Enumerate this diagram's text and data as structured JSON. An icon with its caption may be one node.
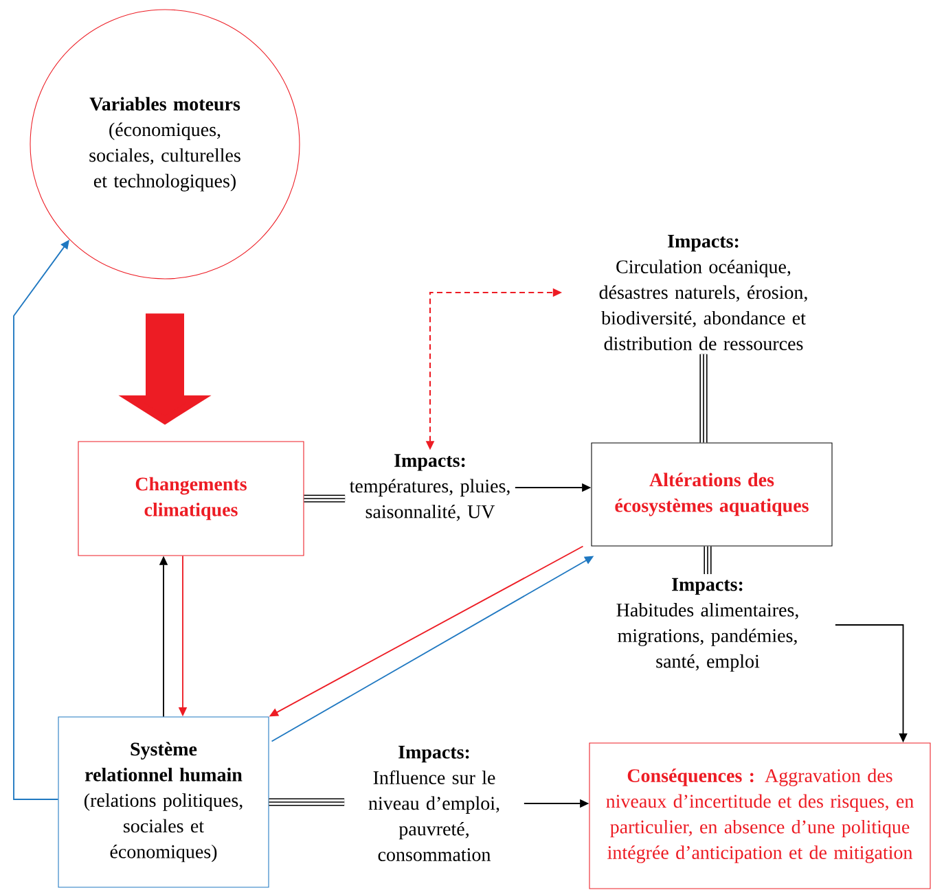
{
  "diagram": {
    "nodes": [
      {
        "text": [
          "Variables moteurs",
          "(économiques, sociales, culturelles et technologiques)"
        ]
      },
      {
        "text": [
          "Changements climatiques"
        ]
      },
      {
        "text": [
          "Impacts:",
          "températures, pluies, saisonnalité, UV"
        ]
      },
      {
        "text": [
          "Impacts:",
          "Circulation océanique, désastres naturels, érosion, biodiversité, abondance et distribution de ressources"
        ]
      },
      {
        "text": [
          "Altérations des écosystèmes aquatiques"
        ]
      },
      {
        "text": [
          "Impacts:",
          "Habitudes alimentaires, migrations, pandémies, santé, emploi"
        ]
      },
      {
        "text": [
          "Système relationnel humain",
          "(relations politiques, sociales et économiques)"
        ]
      },
      {
        "text": [
          "Impacts:",
          "Influence sur le niveau d’emploi, pauvreté, consommation"
        ]
      },
      {
        "text": [
          "**Conséquences :** Aggravation des niveaux d’incertitude et des risques, en particulier, en absence d’une politique intégrée d’anticipation et de mitigation"
        ]
      }
    ],
    "edges": [
      {
        "from": 0,
        "to": 1,
        "arrow": "to",
        "style": "thick",
        "color": "#ed1c24"
      },
      {
        "from": 1,
        "to": 2,
        "arrow": "none",
        "style": "thick"
      },
      {
        "from": 2,
        "to": 4,
        "arrow": "to"
      },
      {
        "from": 2,
        "to": 3,
        "arrow": "both",
        "style": "dashed",
        "color": "#ed1c24"
      },
      {
        "from": 3,
        "to": 4,
        "arrow": "none",
        "style": "thick"
      },
      {
        "from": 4,
        "to": 5,
        "arrow": "none",
        "style": "thick"
      },
      {
        "from": 5,
        "to": 8,
        "arrow": "to"
      },
      {
        "from": 4,
        "to": 6,
        "arrow": "to",
        "color": "#ed1c24"
      },
      {
        "from": 6,
        "to": 4,
        "arrow": "to",
        "color": "#1f78c1"
      },
      {
        "from": 6,
        "to": 1,
        "arrow": "to"
      },
      {
        "from": 1,
        "to": 6,
        "arrow": "to",
        "color": "#ed1c24"
      },
      {
        "from": 6,
        "to": 7,
        "arrow": "none",
        "style": "thick"
      },
      {
        "from": 7,
        "to": 8,
        "arrow": "to"
      },
      {
        "from": 6,
        "to": 0,
        "arrow": "to",
        "color": "#1f78c1"
      }
    ]
  }
}
